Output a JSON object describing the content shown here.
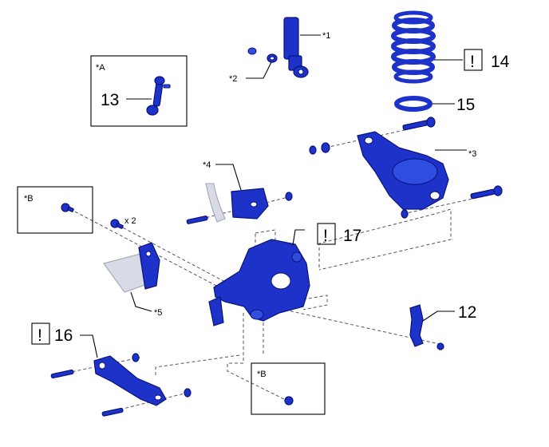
{
  "labels": {
    "callout_1": "*1",
    "callout_2": "*2",
    "callout_3": "*3",
    "callout_4": "*4",
    "callout_5": "*5",
    "inset_a": "*A",
    "inset_b_top": "*B",
    "inset_b_bottom": "*B",
    "part_12": "12",
    "part_13": "13",
    "part_14": "14",
    "part_15": "15",
    "part_16": "16",
    "part_17": "17",
    "quantity": "x 2",
    "caution_mark": "!"
  },
  "colors": {
    "part_fill": "#1c32c8",
    "part_outline": "#0a127a",
    "ghost_part": "#d8dbe6",
    "leader_line": "#000000",
    "dashed_line": "#555555"
  },
  "icons": {
    "caution": "exclamation-box-icon"
  }
}
